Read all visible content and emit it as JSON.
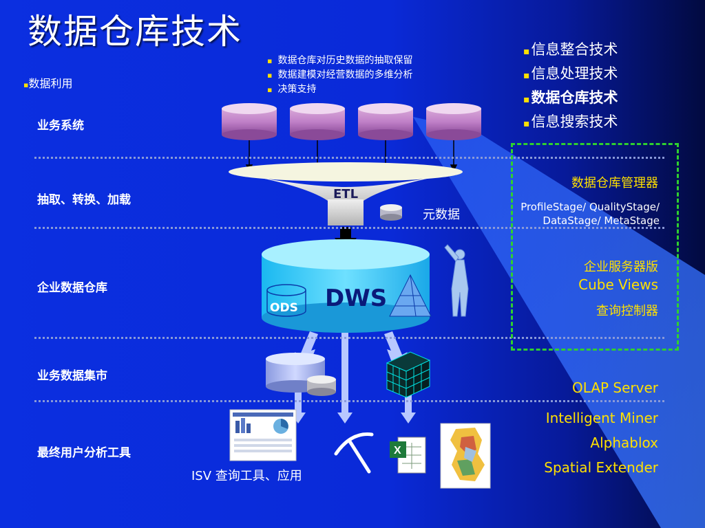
{
  "title": "数据仓库技术",
  "top_bullets": [
    "数据仓库对历史数据的抽取保留",
    "数据建模对经营数据的多维分析",
    "决策支持"
  ],
  "right_bullets": [
    {
      "text": "信息整合技术",
      "bold": false
    },
    {
      "text": "信息处理技术",
      "bold": false
    },
    {
      "text": "数据仓库技术",
      "bold": true
    },
    {
      "text": "信息搜索技术",
      "bold": false
    }
  ],
  "usage_label": "数据利用",
  "layers": [
    "业务系统",
    "抽取、转换、加载",
    "企业数据仓库",
    "业务数据集市",
    "最终用户分析工具"
  ],
  "diagram": {
    "etl": "ETL",
    "metadata": "元数据",
    "dws": "DWS",
    "ods": "ODS",
    "isv_tools": "ISV 查询工具、应用"
  },
  "products": {
    "dw_manager": "数据仓库管理器",
    "stages_line1": "ProfileStage/ QualityStage/",
    "stages_line2": "DataStage/ MetaStage",
    "enterprise_server": "企业服务器版",
    "cube_views": "Cube Views",
    "query_controller": "查询控制器",
    "olap_server": "OLAP Server",
    "intelligent_miner": "Intelligent Miner",
    "alphablox": "Alphablox",
    "spatial_extender": "Spatial Extender"
  },
  "colors": {
    "bullet": "#ffe000",
    "dashed_border": "#2fd02f",
    "accent_yellow": "#ffe000"
  }
}
